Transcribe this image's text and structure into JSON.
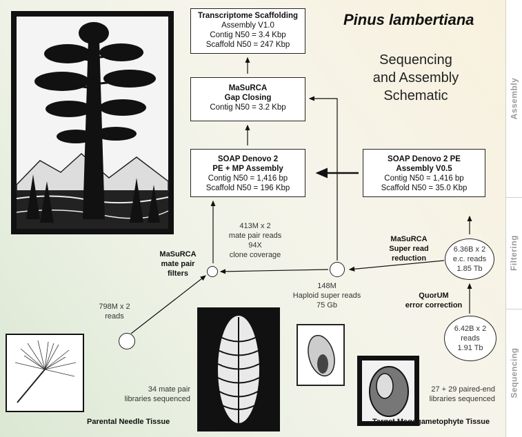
{
  "title": "Pinus lambertiana",
  "schematic_title": [
    "Sequencing",
    "and Assembly",
    "Schematic"
  ],
  "side_bands": [
    "Assembly",
    "Filtering",
    "Sequencing"
  ],
  "boxes": {
    "transcriptome": [
      "Transcriptome Scaffolding",
      "Assembly V1.0",
      "Contig N50 = 3.4 Kbp",
      "Scaffold N50 = 247 Kbp"
    ],
    "gap_closing": [
      "MaSuRCA",
      "Gap Closing",
      "Contig N50 = 3.2 Kbp"
    ],
    "soap_pe_mp": [
      "SOAP Denovo 2",
      "PE + MP Assembly",
      "Contig N50 = 1,416 bp",
      "Scaffold N50 = 196 Kbp"
    ],
    "soap_pe": [
      "SOAP Denovo 2 PE",
      "Assembly V0.5",
      "Contig N50 = 1,416 bp",
      "Scaffold N50 = 35.0 Kbp"
    ]
  },
  "nodes": {
    "ec_reads": [
      "6.36B x 2",
      "e.c. reads",
      "1.85 Tb"
    ],
    "raw_reads": [
      "6.42B x 2",
      "reads",
      "1.91 Tb"
    ]
  },
  "labels": {
    "mate_pair_reads": [
      "413M x 2",
      "mate pair reads",
      "94X",
      "clone coverage"
    ],
    "mate_pair_filters": [
      "MaSuRCA",
      "mate pair",
      "filters"
    ],
    "super_read_reduction": [
      "MaSuRCA",
      "Super read",
      "reduction"
    ],
    "haploid_super_reads": [
      "148M",
      "Haploid super reads",
      "75 Gb"
    ],
    "quorum": [
      "QuorUM",
      "error correction"
    ],
    "needle_reads": [
      "798M x 2",
      "reads"
    ],
    "mate_libraries": [
      "34 mate pair",
      "libraries sequenced"
    ],
    "pe_libraries": [
      "27 + 29 paired-end",
      "libraries sequenced"
    ]
  },
  "captions": {
    "needle": "Parental Needle Tissue",
    "megagametophyte": "Target Megagametophyte Tissue"
  }
}
